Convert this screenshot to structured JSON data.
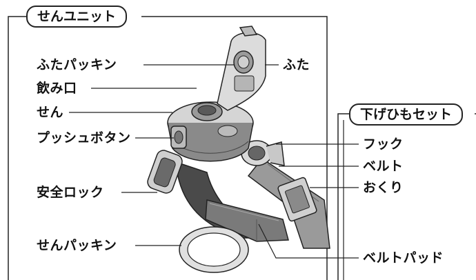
{
  "sections": {
    "plug_unit": "せんユニット",
    "strap_set": "下げひもセット"
  },
  "labels": {
    "lid_packing": "ふたパッキン",
    "spout": "飲み口",
    "plug": "せん",
    "push_button": "プッシュボタン",
    "safety_lock": "安全ロック",
    "plug_packing": "せんパッキン",
    "lid": "ふた",
    "hook": "フック",
    "belt": "ベルト",
    "buckle": "おくり",
    "belt_pad": "ベルトパッド"
  },
  "colors": {
    "line": "#222222",
    "body_gray": "#8a8a8a",
    "light_gray": "#c8c8c8",
    "dark_gray": "#4a4a4a"
  }
}
